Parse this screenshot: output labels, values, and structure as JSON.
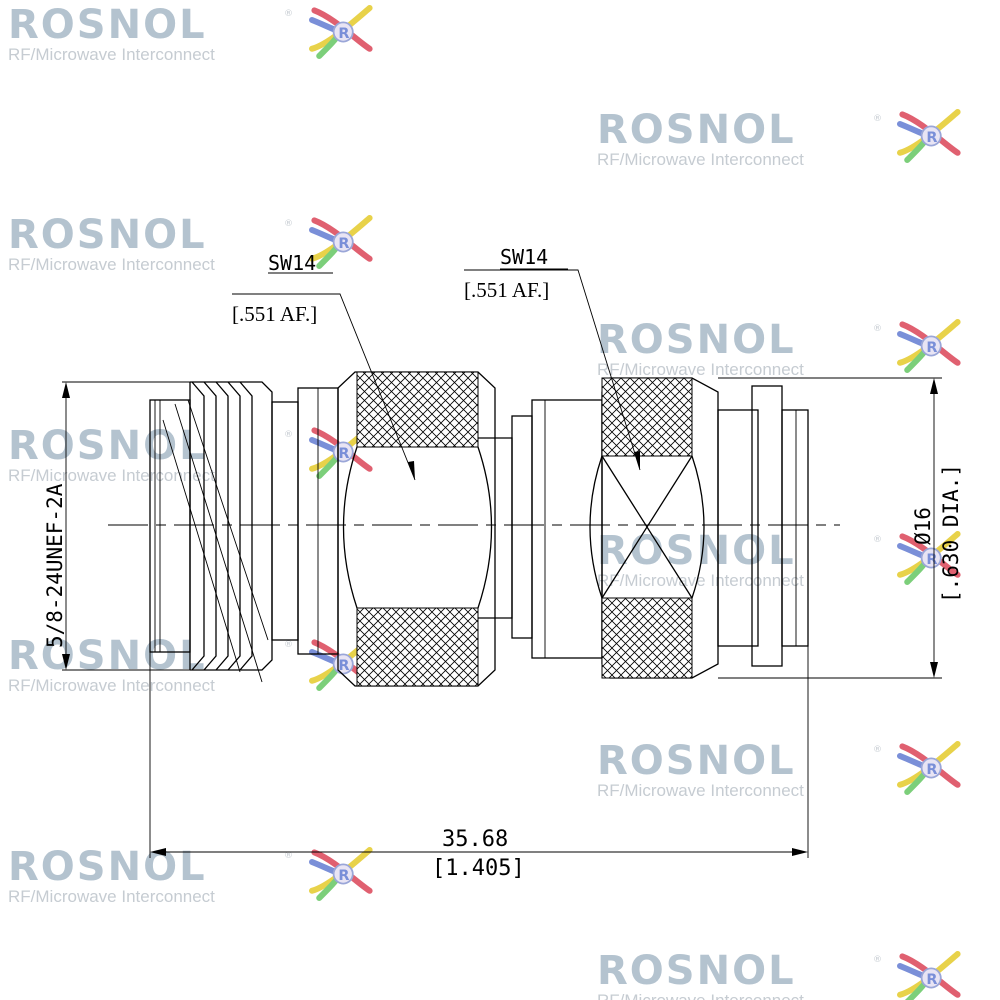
{
  "watermark": {
    "brand": "ROSNOL",
    "tagline": "RF/Microwave Interconnect",
    "registered": "®"
  },
  "colors": {
    "line": "#000000",
    "watermark_text": "#b4c3cf",
    "watermark_sub": "#c6ccd2",
    "logo_yellow": "#e8d24a",
    "logo_red": "#e06070",
    "logo_blue": "#7a8fd8",
    "logo_green": "#7ccf7a"
  },
  "labels": {
    "left_hex": {
      "size": "SW14",
      "af": "[.551 AF.]"
    },
    "right_hex": {
      "size": "SW14",
      "af": "[.551 AF.]"
    },
    "thread": "5/8-24UNEF-2A",
    "diameter": {
      "metric": "Ø16",
      "inch": "[.630 DIA.]"
    },
    "length": {
      "metric": "35.68",
      "inch": "[1.405]"
    }
  }
}
